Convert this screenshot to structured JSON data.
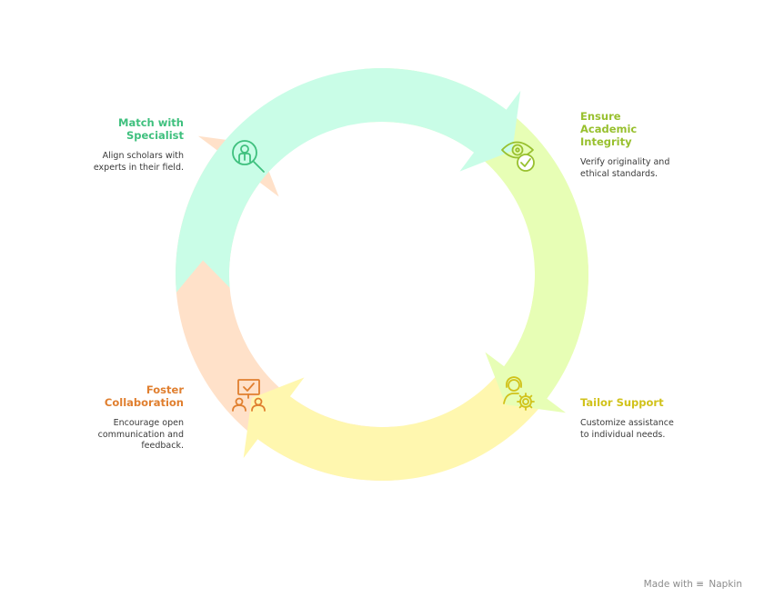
{
  "steps": [
    {
      "id": "match",
      "title_lines": [
        "Match with",
        "Specialist"
      ],
      "desc_lines": [
        "Align scholars with",
        "experts in their field."
      ],
      "color": "#3fc07e",
      "fill": "#c9fde7",
      "icon": "search-person-icon"
    },
    {
      "id": "ensure",
      "title_lines": [
        "Ensure",
        "Academic",
        "Integrity"
      ],
      "desc_lines": [
        "Verify originality and",
        "ethical standards."
      ],
      "color": "#98c02e",
      "fill": "#e7feb5",
      "icon": "eye-check-icon"
    },
    {
      "id": "tailor",
      "title_lines": [
        "Tailor Support"
      ],
      "desc_lines": [
        "Customize assistance",
        "to individual needs."
      ],
      "color": "#d1c21b",
      "fill": "#fff7af",
      "icon": "person-gear-icon"
    },
    {
      "id": "foster",
      "title_lines": [
        "Foster",
        "Collaboration"
      ],
      "desc_lines": [
        "Encourage open",
        "communication and",
        "feedback."
      ],
      "color": "#e07f2f",
      "fill": "#ffe1c9",
      "icon": "people-board-icon"
    }
  ],
  "footer": {
    "made_with": "Made with",
    "brand": "Napkin"
  }
}
